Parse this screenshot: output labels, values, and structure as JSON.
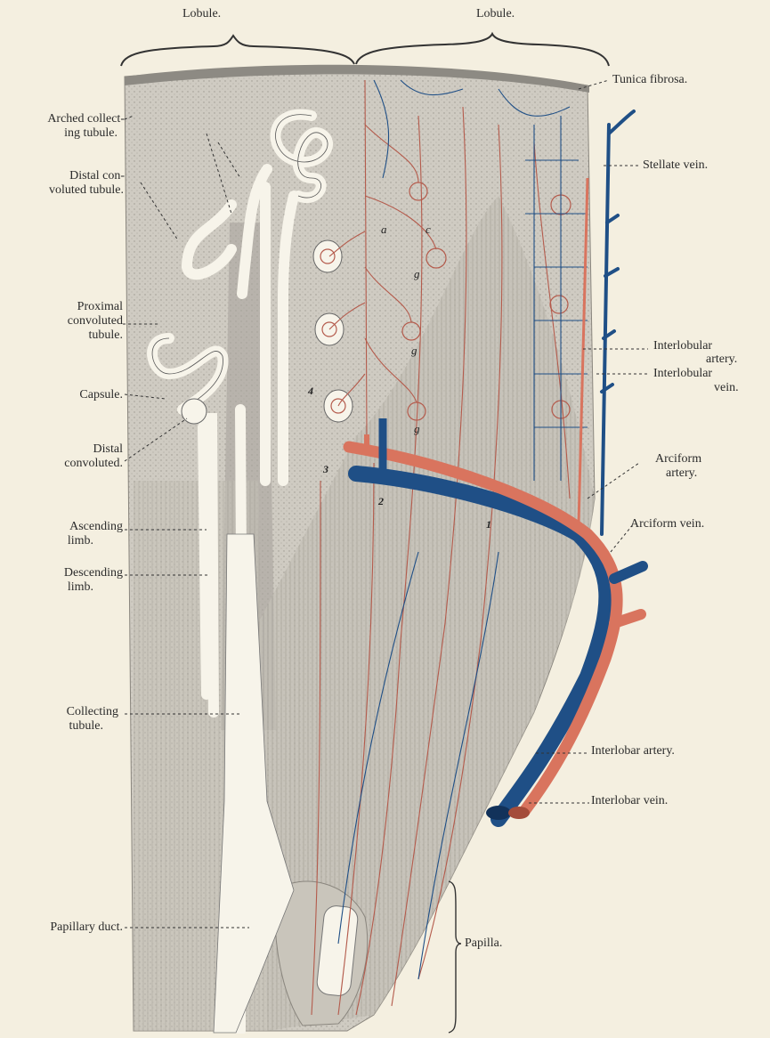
{
  "colors": {
    "background": "#f4efe0",
    "tissue": "#cfcbc2",
    "tissue_dark": "#a6a39c",
    "tubule": "#f7f4ea",
    "artery": "#d9745e",
    "vein": "#1f4f86",
    "capillary": "#b45b4c"
  },
  "labels": {
    "lobule_left": "Lobule.",
    "lobule_right": "Lobule.",
    "tunica_fibrosa": "Tunica fibrosa.",
    "arched_collecting_1": "Arched collect-",
    "arched_collecting_2": "ing tubule.",
    "distal_con_1": "Distal con-",
    "distal_con_2": "voluted tubule.",
    "stellate_vein": "Stellate vein.",
    "proximal_1": "Proximal",
    "proximal_2": "convoluted",
    "proximal_3": "tubule.",
    "interlobular_artery_1": "Interlobular",
    "interlobular_artery_2": "artery.",
    "interlobular_vein_1": "Interlobular",
    "interlobular_vein_2": "vein.",
    "capsule": "Capsule.",
    "distal_convoluted_1": "Distal",
    "distal_convoluted_2": "convoluted.",
    "arciform_artery_1": "Arciform",
    "arciform_artery_2": "artery.",
    "ascending_1": "Ascending",
    "ascending_2": "limb.",
    "arciform_vein": "Arciform vein.",
    "descending_1": "Descending",
    "descending_2": "limb.",
    "collecting_1": "Collecting",
    "collecting_2": "tubule.",
    "interlobar_artery": "Interlobar artery.",
    "interlobar_vein": "Interlobar vein.",
    "papillary_duct": "Papillary duct.",
    "papilla": "Papilla."
  },
  "markers": {
    "n1": "1",
    "n2": "2",
    "n3": "3",
    "n4": "4",
    "a": "a",
    "c": "c",
    "g1": "g",
    "g2": "g",
    "g3": "g"
  }
}
